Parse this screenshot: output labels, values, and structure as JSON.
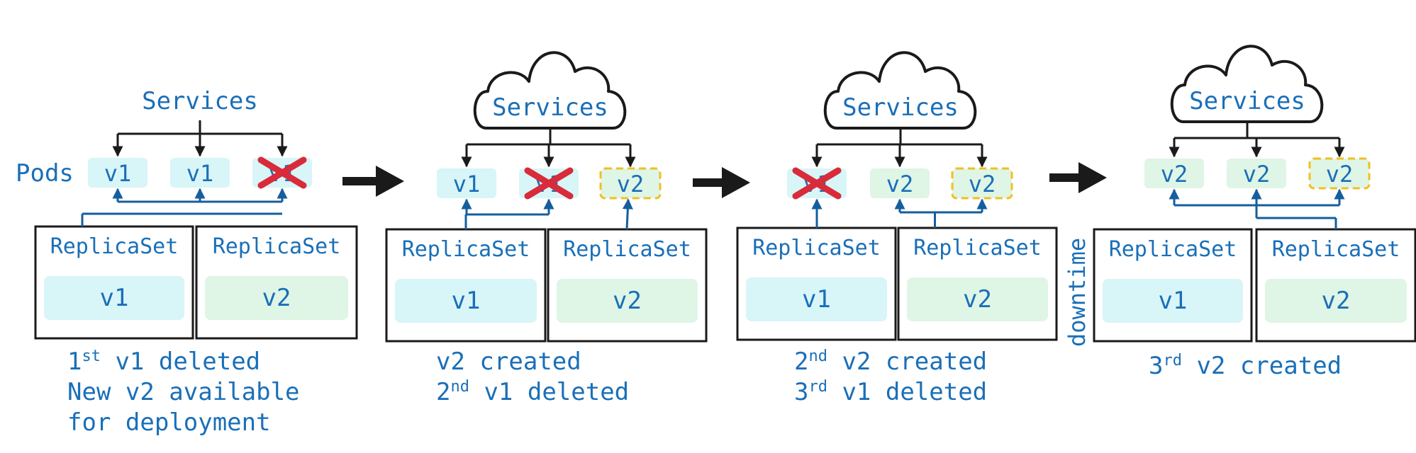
{
  "colors": {
    "text_blue": "#1a6fb8",
    "arrow_blue": "#145e9e",
    "v1_fill": "#d8f5f8",
    "v2_fill": "#dff5e6",
    "dashed_border": "#f0c020",
    "cross": "#d92b3a",
    "line": "#1a1a1a"
  },
  "labels": {
    "services": "Services",
    "pods": "Pods",
    "replicaset": "ReplicaSet",
    "v1": "v1",
    "v2": "v2",
    "downtime": "downtime"
  },
  "stages": [
    {
      "service_style": "plain",
      "pods": [
        {
          "label": "v1",
          "version": "v1",
          "deleted": false,
          "dashed": false
        },
        {
          "label": "v1",
          "version": "v1",
          "deleted": false,
          "dashed": false
        },
        {
          "label": "v1",
          "version": "v1",
          "deleted": true,
          "dashed": false
        }
      ],
      "replicasets": [
        {
          "label": "v1"
        },
        {
          "label": "v2"
        }
      ],
      "caption": [
        {
          "ord": "1",
          "sup": "st",
          "rest": " v1 deleted"
        },
        {
          "ord": "",
          "sup": "",
          "rest": "New v2 available"
        },
        {
          "ord": "",
          "sup": "",
          "rest": "for deployment"
        }
      ]
    },
    {
      "service_style": "cloud",
      "pods": [
        {
          "label": "v1",
          "version": "v1",
          "deleted": false,
          "dashed": false
        },
        {
          "label": "v1",
          "version": "v1",
          "deleted": true,
          "dashed": false
        },
        {
          "label": "v2",
          "version": "v2",
          "deleted": false,
          "dashed": true
        }
      ],
      "replicasets": [
        {
          "label": "v1"
        },
        {
          "label": "v2"
        }
      ],
      "caption": [
        {
          "ord": "",
          "sup": "",
          "rest": "v2 created"
        },
        {
          "ord": "2",
          "sup": "nd",
          "rest": " v1 deleted"
        }
      ]
    },
    {
      "service_style": "cloud",
      "pods": [
        {
          "label": "v1",
          "version": "v1",
          "deleted": true,
          "dashed": false
        },
        {
          "label": "v2",
          "version": "v2",
          "deleted": false,
          "dashed": false
        },
        {
          "label": "v2",
          "version": "v2",
          "deleted": false,
          "dashed": true
        }
      ],
      "replicasets": [
        {
          "label": "v1"
        },
        {
          "label": "v2"
        }
      ],
      "caption": [
        {
          "ord": "2",
          "sup": "nd",
          "rest": " v2 created"
        },
        {
          "ord": "3",
          "sup": "rd",
          "rest": " v1 deleted"
        }
      ]
    },
    {
      "service_style": "cloud",
      "pods": [
        {
          "label": "v2",
          "version": "v2",
          "deleted": false,
          "dashed": false
        },
        {
          "label": "v2",
          "version": "v2",
          "deleted": false,
          "dashed": false
        },
        {
          "label": "v2",
          "version": "v2",
          "deleted": false,
          "dashed": true
        }
      ],
      "replicasets": [
        {
          "label": "v1"
        },
        {
          "label": "v2"
        }
      ],
      "caption": [
        {
          "ord": "3",
          "sup": "rd",
          "rest": " v2 created"
        }
      ]
    }
  ]
}
